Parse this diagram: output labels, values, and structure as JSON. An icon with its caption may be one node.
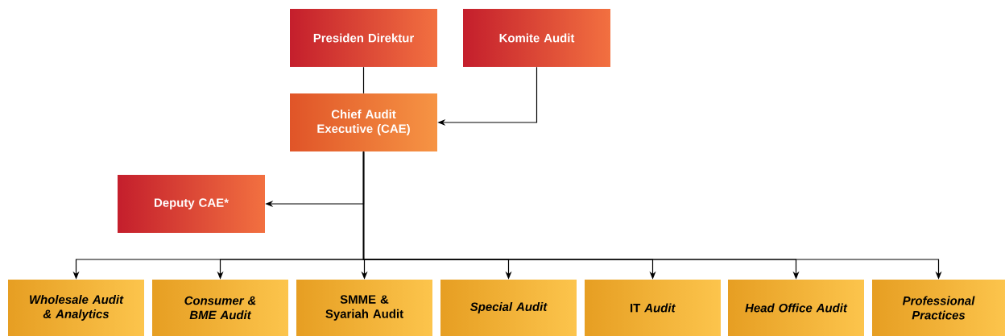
{
  "diagram": {
    "nodes": [
      {
        "text": [
          "Presiden Direktur"
        ]
      },
      {
        "text": [
          "Komite Audit"
        ]
      },
      {
        "text": [
          "Chief Audit Executive (CAE)"
        ]
      },
      {
        "text": [
          "Deputy CAE*"
        ]
      },
      {
        "text": [
          "Wholesale Audit & Analytics"
        ]
      },
      {
        "text": [
          "Consumer & BME Audit"
        ]
      },
      {
        "text": [
          "SMME & Syariah Audit"
        ]
      },
      {
        "text": [
          "Special Audit"
        ]
      },
      {
        "text": [
          "IT *Audit*"
        ]
      },
      {
        "text": [
          "Head Office Audit"
        ]
      },
      {
        "text": [
          "Professional Practices"
        ]
      }
    ],
    "edges": [
      {
        "from": 0,
        "to": 2,
        "arrow": "none"
      },
      {
        "from": 1,
        "to": 2,
        "arrow": "to"
      },
      {
        "from": 2,
        "to": 3,
        "arrow": "to"
      },
      {
        "from": 2,
        "to": 4,
        "arrow": "to"
      },
      {
        "from": 2,
        "to": 5,
        "arrow": "to"
      },
      {
        "from": 2,
        "to": 6,
        "arrow": "to"
      },
      {
        "from": 2,
        "to": 7,
        "arrow": "to"
      },
      {
        "from": 2,
        "to": 8,
        "arrow": "to"
      },
      {
        "from": 2,
        "to": 9,
        "arrow": "to"
      },
      {
        "from": 2,
        "to": 10,
        "arrow": "to"
      }
    ]
  }
}
